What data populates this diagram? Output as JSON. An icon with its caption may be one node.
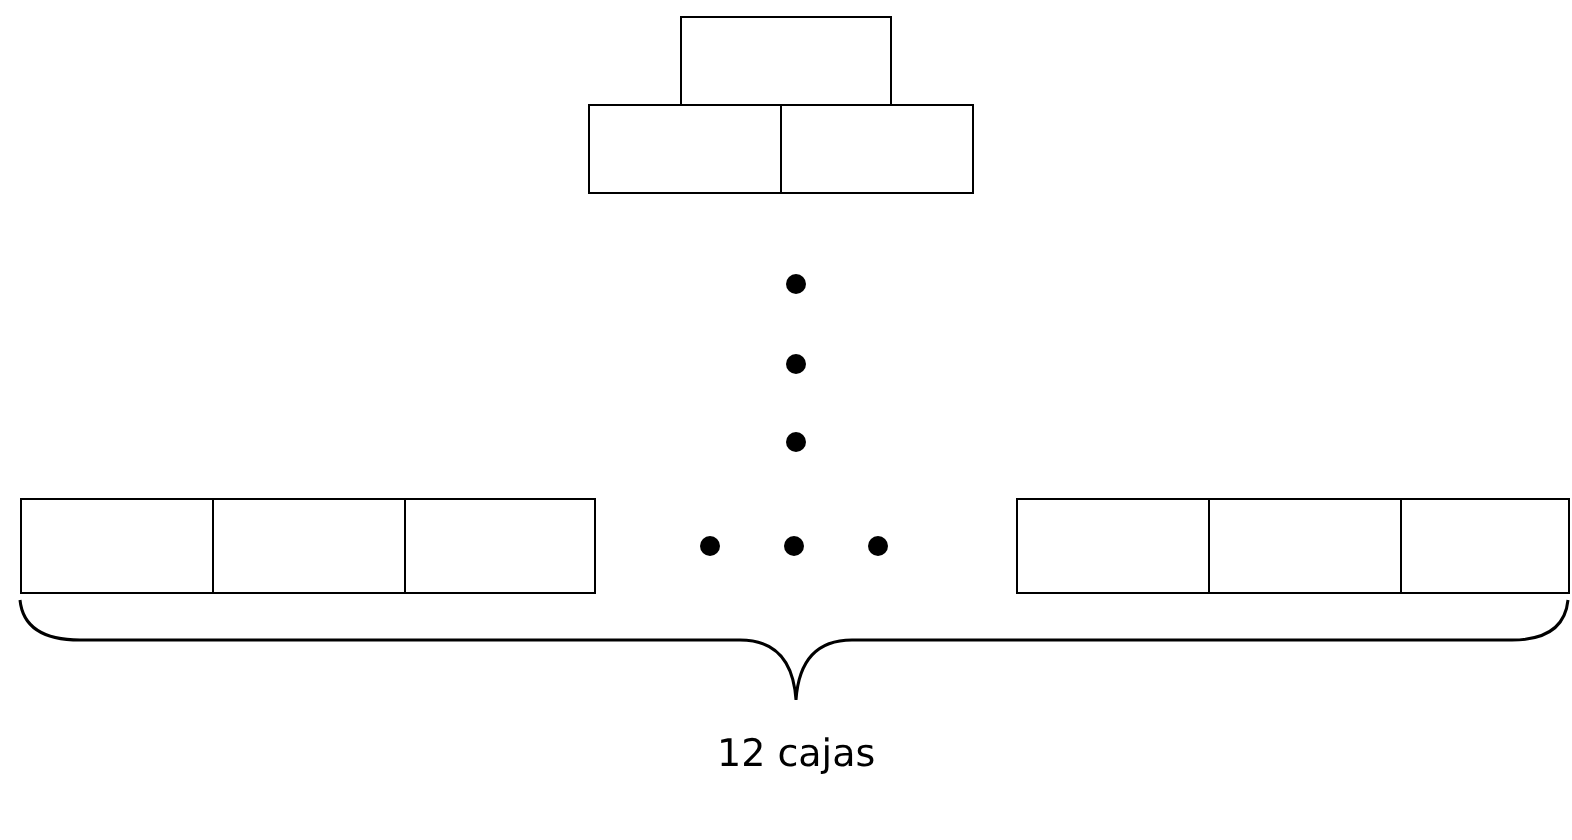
{
  "diagram": {
    "nodes": [
      {
        "text": [],
        "shape": "box"
      },
      {
        "text": [],
        "shape": "box"
      },
      {
        "text": [],
        "shape": "box"
      },
      {
        "text": [],
        "shape": "box"
      },
      {
        "text": [],
        "shape": "box"
      },
      {
        "text": [],
        "shape": "box"
      },
      {
        "text": [],
        "shape": "box"
      },
      {
        "text": [],
        "shape": "box"
      },
      {
        "text": [],
        "shape": "box"
      }
    ],
    "labels": [
      "12 cajas"
    ]
  }
}
